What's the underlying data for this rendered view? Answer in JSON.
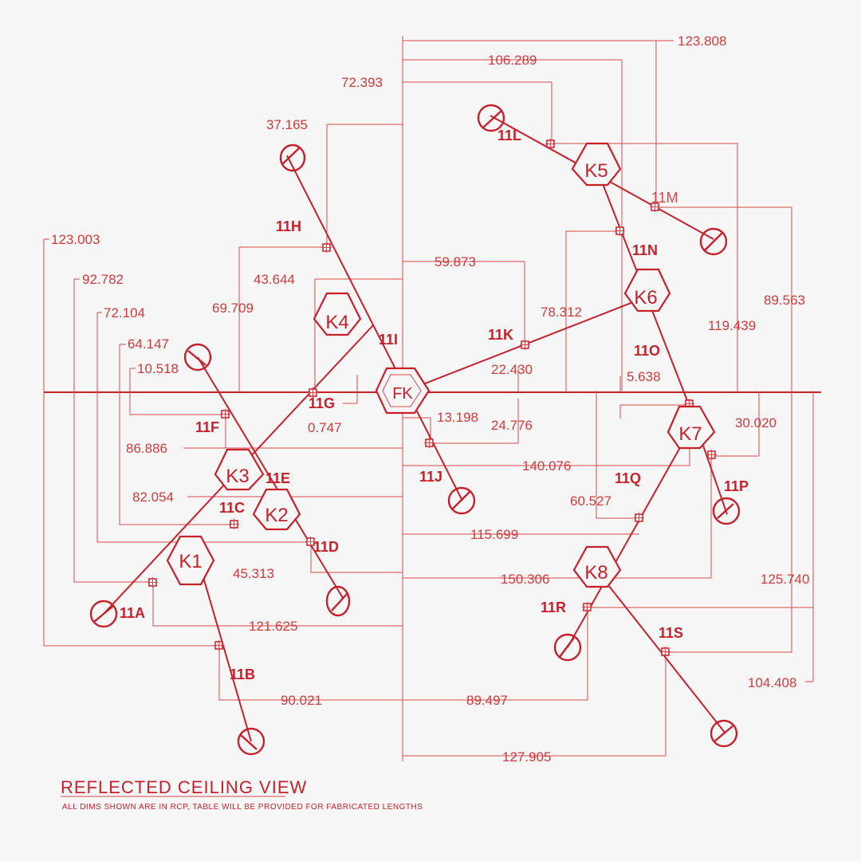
{
  "title": "REFLECTED CEILING VIEW",
  "note": "ALL DIMS SHOWN ARE IN RCP, TABLE WILL BE PROVIDED FOR FABRICATED LENGTHS",
  "center_label": "FK",
  "kits": [
    {
      "id": "k1",
      "label": "K1"
    },
    {
      "id": "k2",
      "label": "K2"
    },
    {
      "id": "k3",
      "label": "K3"
    },
    {
      "id": "k4",
      "label": "K4"
    },
    {
      "id": "k5",
      "label": "K5"
    },
    {
      "id": "k6",
      "label": "K6"
    },
    {
      "id": "k7",
      "label": "K7"
    },
    {
      "id": "k8",
      "label": "K8"
    }
  ],
  "branch_labels": [
    {
      "id": "11a",
      "label": "11A"
    },
    {
      "id": "11b",
      "label": "11B"
    },
    {
      "id": "11c",
      "label": "11C"
    },
    {
      "id": "11d",
      "label": "11D"
    },
    {
      "id": "11e",
      "label": "11E"
    },
    {
      "id": "11f",
      "label": "11F"
    },
    {
      "id": "11g",
      "label": "11G"
    },
    {
      "id": "11h",
      "label": "11H"
    },
    {
      "id": "11i",
      "label": "11I"
    },
    {
      "id": "11j",
      "label": "11J"
    },
    {
      "id": "11k",
      "label": "11K"
    },
    {
      "id": "11l",
      "label": "11L"
    },
    {
      "id": "11m",
      "label": "11M"
    },
    {
      "id": "11n",
      "label": "11N"
    },
    {
      "id": "11o",
      "label": "11O"
    },
    {
      "id": "11p",
      "label": "11P"
    },
    {
      "id": "11q",
      "label": "11Q"
    },
    {
      "id": "11r",
      "label": "11R"
    },
    {
      "id": "11s",
      "label": "11S"
    }
  ],
  "dimensions": [
    {
      "id": "d123808",
      "value": "123.808"
    },
    {
      "id": "d106289",
      "value": "106.289"
    },
    {
      "id": "d72393",
      "value": "72.393"
    },
    {
      "id": "d37165",
      "value": "37.165"
    },
    {
      "id": "d123003",
      "value": "123.003"
    },
    {
      "id": "d92782",
      "value": "92.782"
    },
    {
      "id": "d72104",
      "value": "72.104"
    },
    {
      "id": "d64147",
      "value": "64.147"
    },
    {
      "id": "d10518",
      "value": "10.518"
    },
    {
      "id": "d43644",
      "value": "43.644"
    },
    {
      "id": "d69709",
      "value": "69.709"
    },
    {
      "id": "d59873",
      "value": "59.873"
    },
    {
      "id": "d78312",
      "value": "78.312"
    },
    {
      "id": "d89563",
      "value": "89.563"
    },
    {
      "id": "d119439",
      "value": "119.439"
    },
    {
      "id": "d22430",
      "value": "22.430"
    },
    {
      "id": "d5638",
      "value": "5.638"
    },
    {
      "id": "d0747",
      "value": "0.747"
    },
    {
      "id": "d13198",
      "value": "13.198"
    },
    {
      "id": "d24776",
      "value": "24.776"
    },
    {
      "id": "d30020",
      "value": "30.020"
    },
    {
      "id": "d86886",
      "value": "86.886"
    },
    {
      "id": "d140076",
      "value": "140.076"
    },
    {
      "id": "d82054",
      "value": "82.054"
    },
    {
      "id": "d60527",
      "value": "60.527"
    },
    {
      "id": "d115699",
      "value": "115.699"
    },
    {
      "id": "d45313",
      "value": "45.313"
    },
    {
      "id": "d150306",
      "value": "150.306"
    },
    {
      "id": "d125740",
      "value": "125.740"
    },
    {
      "id": "d121625",
      "value": "121.625"
    },
    {
      "id": "d104408",
      "value": "104.408"
    },
    {
      "id": "d90021",
      "value": "90.021"
    },
    {
      "id": "d89497",
      "value": "89.497"
    },
    {
      "id": "d127905",
      "value": "127.905"
    }
  ],
  "colors": {
    "line": "#c8202a",
    "dim": "#d23a3a",
    "background": "#f7f7f7"
  }
}
